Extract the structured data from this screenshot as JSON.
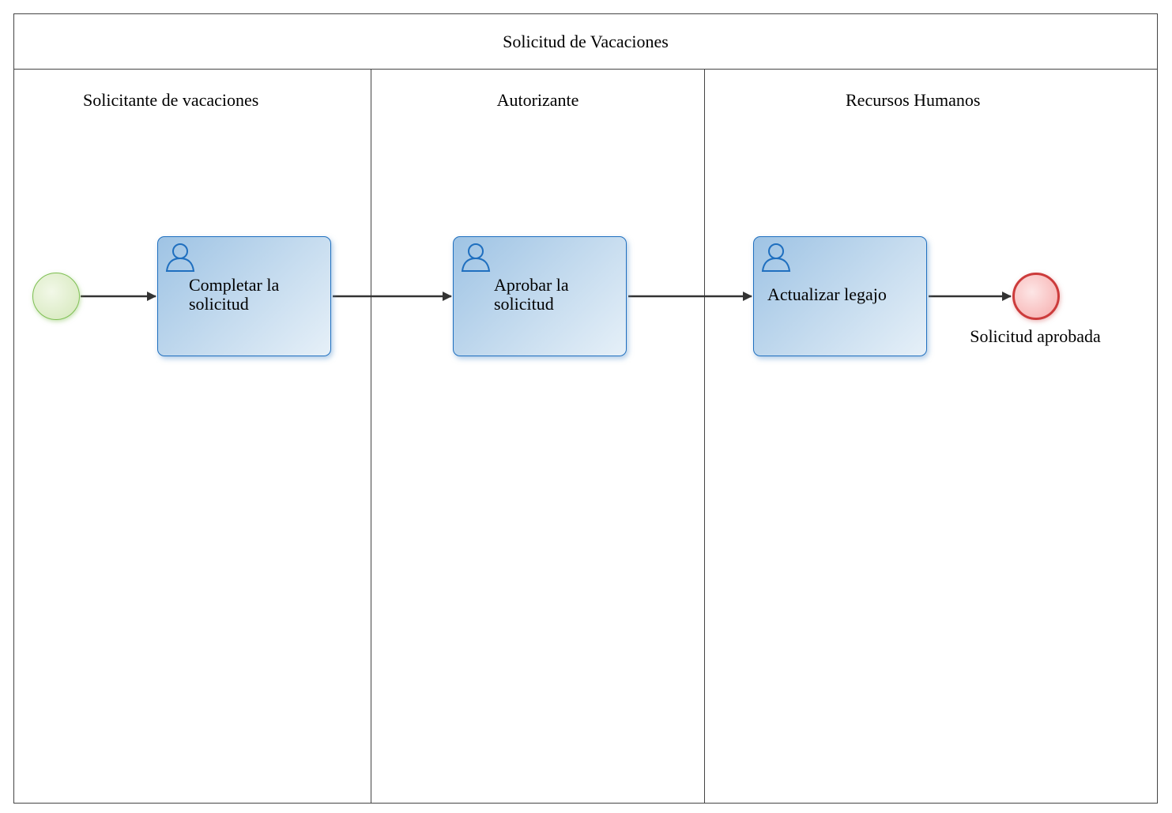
{
  "pool": {
    "title": "Solicitud de Vacaciones"
  },
  "lanes": [
    {
      "title": "Solicitante de vacaciones"
    },
    {
      "title": "Autorizante"
    },
    {
      "title": "Recursos Humanos"
    }
  ],
  "tasks": [
    {
      "label": "Completar la solicitud",
      "icon": "user-icon"
    },
    {
      "label": "Aprobar la solicitud",
      "icon": "user-icon"
    },
    {
      "label": "Actualizar legajo",
      "icon": "user-icon"
    }
  ],
  "events": {
    "start": {
      "color": "#7dbf52"
    },
    "end": {
      "label": "Solicitud aprobada",
      "color": "#cc3b3b"
    }
  },
  "colors": {
    "task_border": "#1f6fbf",
    "lines": "#333333"
  }
}
